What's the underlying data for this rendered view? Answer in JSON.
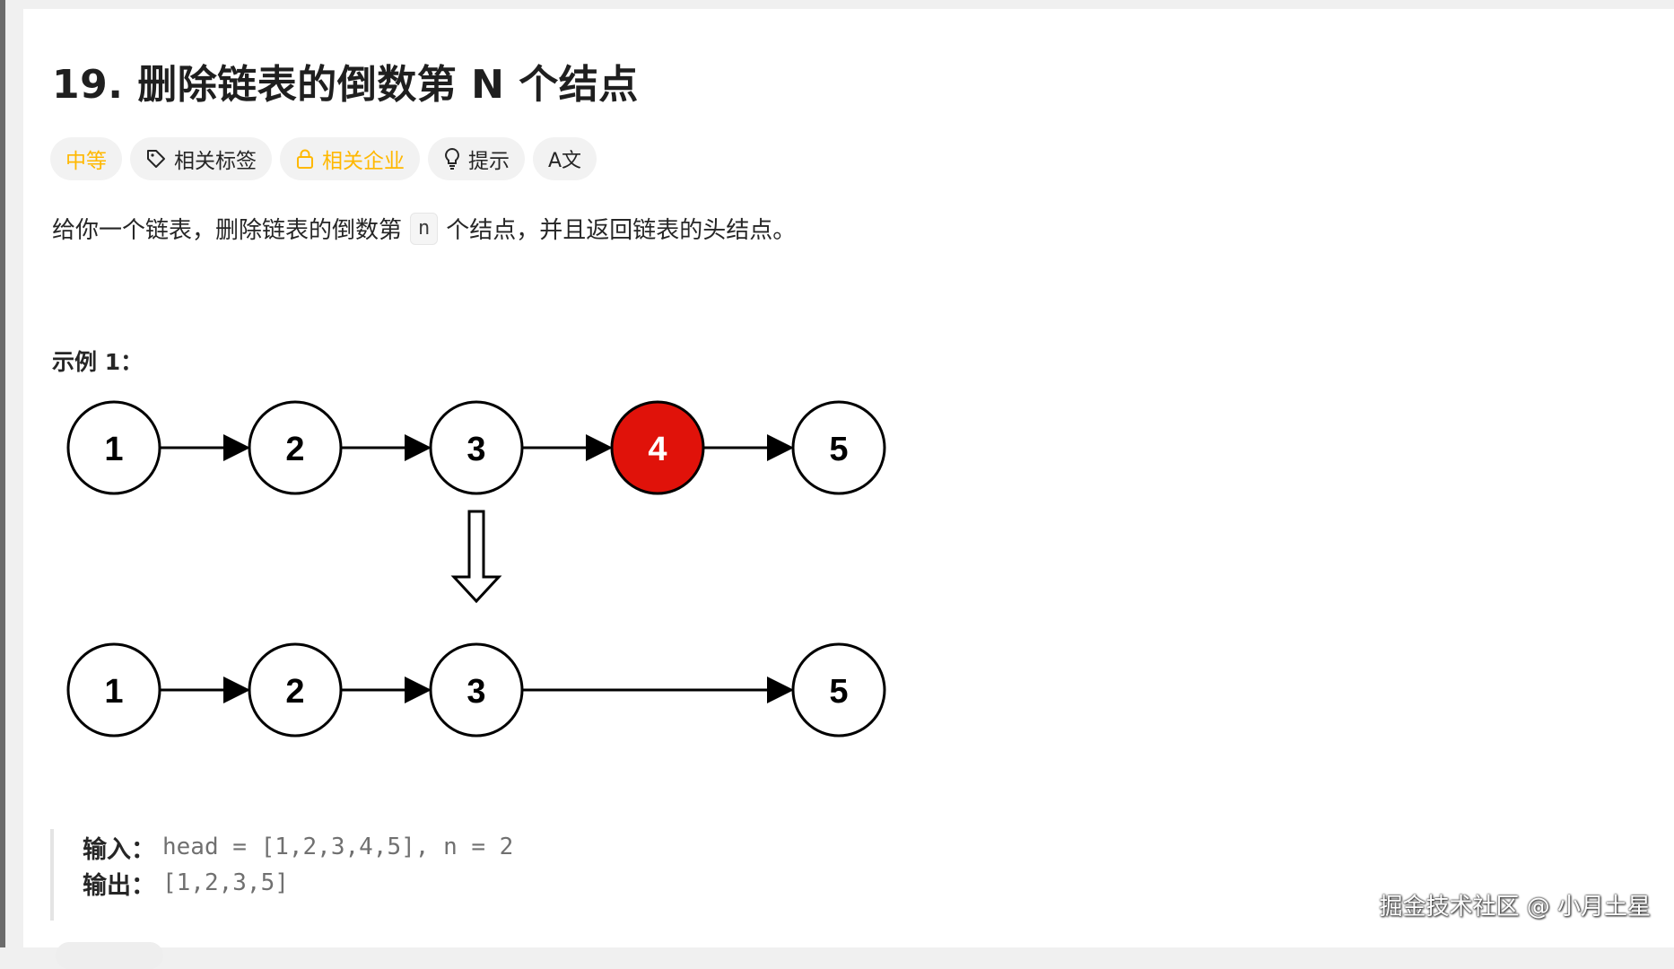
{
  "problem": {
    "title": "19. 删除链表的倒数第 N 个结点",
    "tags": {
      "difficulty": "中等",
      "related_tags": "相关标签",
      "related_companies": "相关企业",
      "hint": "提示",
      "translate": "A文"
    },
    "description": {
      "before": "给你一个链表，删除链表的倒数第",
      "code": "n",
      "after": "个结点，并且返回链表的头结点。"
    }
  },
  "example": {
    "title": "示例 1：",
    "diagram": {
      "top_row": [
        "1",
        "2",
        "3",
        "4",
        "5"
      ],
      "removed_node": "4",
      "bottom_row": [
        "1",
        "2",
        "3",
        "5"
      ]
    },
    "input_label": "输入：",
    "input_value": "head = [1,2,3,4,5], n = 2",
    "output_label": "输出：",
    "output_value": "[1,2,3,5]"
  },
  "colors": {
    "accent_amber": "#ffb800",
    "removed_node_fill": "#e0120a",
    "chip_bg": "#f2f2f2"
  },
  "icons": [
    "tag-icon",
    "lock-icon",
    "lightbulb-icon",
    "translate-icon",
    "arrow-down-icon"
  ],
  "watermark": "掘金技术社区 @ 小月土星"
}
